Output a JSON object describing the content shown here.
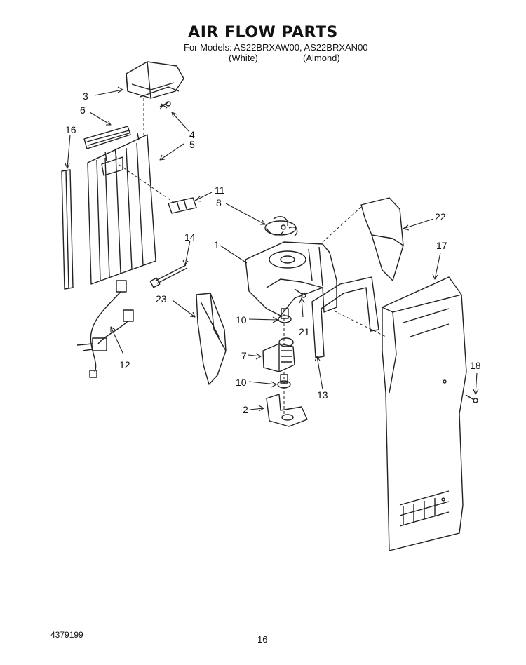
{
  "header": {
    "title": "AIR FLOW PARTS",
    "models_line": "For Models: AS22BRXAW00, AS22BRXAN00",
    "variant_white": "(White)",
    "variant_almond": "(Almond)"
  },
  "callouts": [
    "1",
    "2",
    "3",
    "4",
    "5",
    "6",
    "7",
    "8",
    "10",
    "10",
    "11",
    "12",
    "13",
    "14",
    "16",
    "17",
    "18",
    "21",
    "22",
    "23"
  ],
  "footer": {
    "doc_number": "4379199",
    "page_number": "16"
  }
}
